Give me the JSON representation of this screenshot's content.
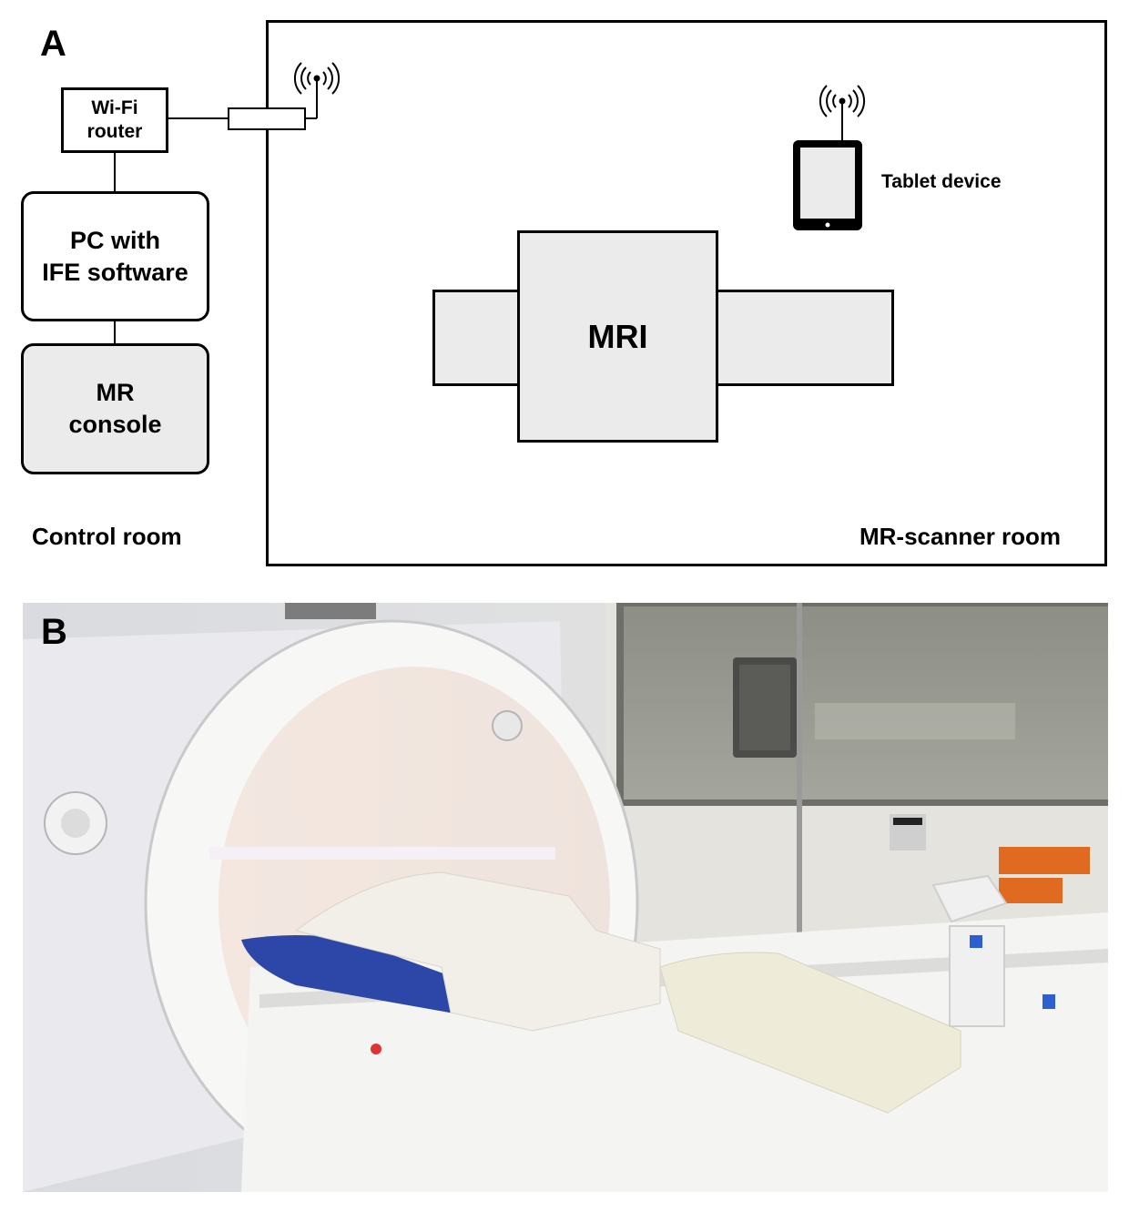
{
  "panel_a": {
    "letter": "A",
    "router": {
      "line1": "Wi-Fi",
      "line2": "router"
    },
    "pc": {
      "line1": "PC with",
      "line2": "IFE software"
    },
    "console": {
      "line1": "MR",
      "line2": "console"
    },
    "control_room_label": "Control room",
    "scanner_room_label": "MR-scanner room",
    "mri_label": "MRI",
    "tablet_label": "Tablet device",
    "colors": {
      "box_fill_gray": "#ebebeb",
      "line": "#000000"
    },
    "icons": [
      "wifi-antenna-icon",
      "tablet-icon"
    ]
  },
  "panel_b": {
    "letter": "B"
  }
}
